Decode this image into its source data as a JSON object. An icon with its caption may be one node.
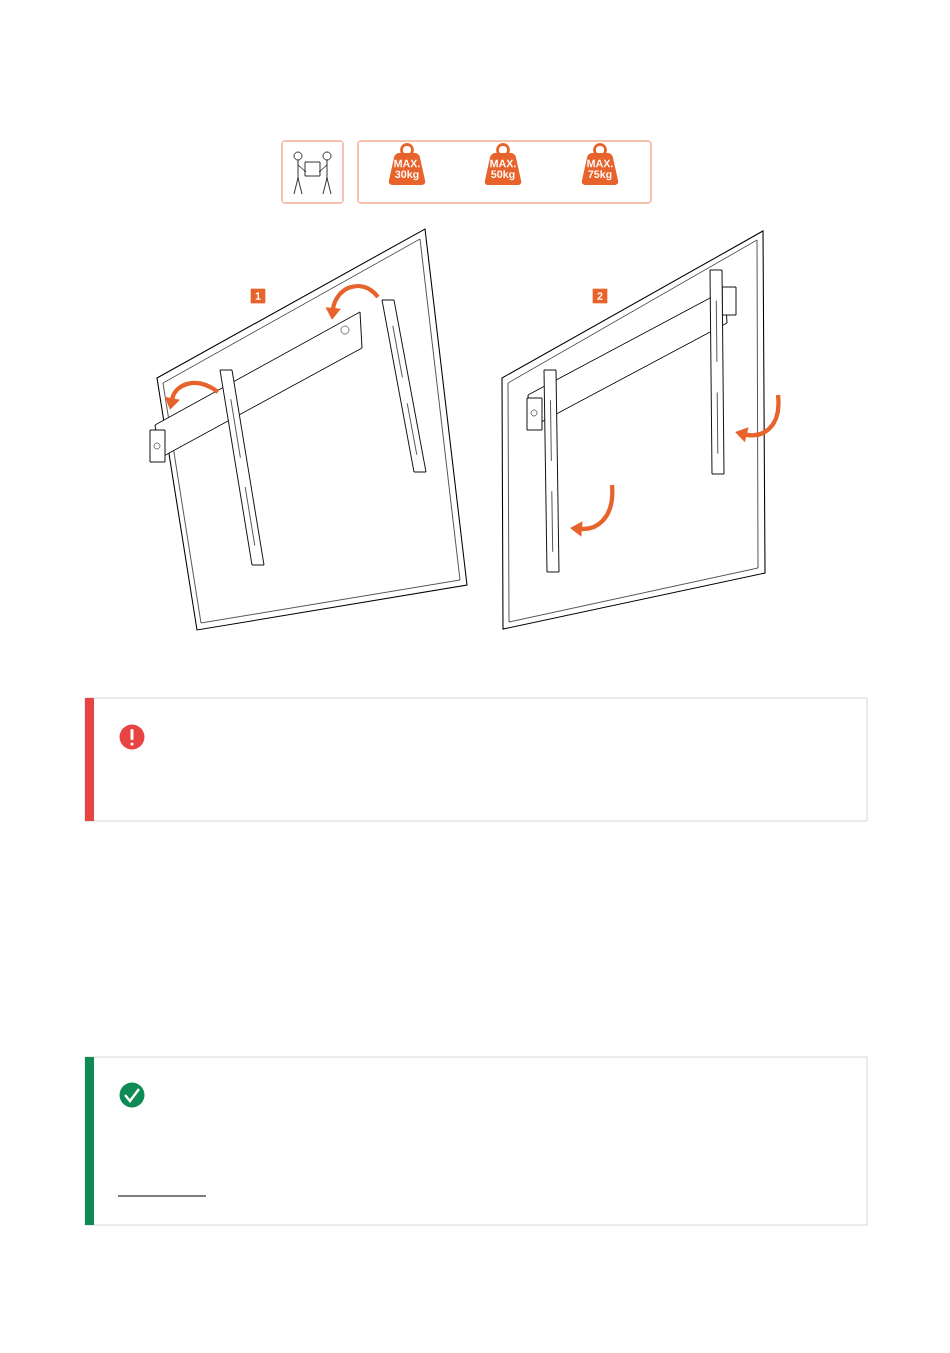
{
  "diagram": {
    "labels": [
      "MAX. 30kg",
      "MAX. 50kg",
      "MAX. 75kg",
      "1",
      "2"
    ]
  }
}
